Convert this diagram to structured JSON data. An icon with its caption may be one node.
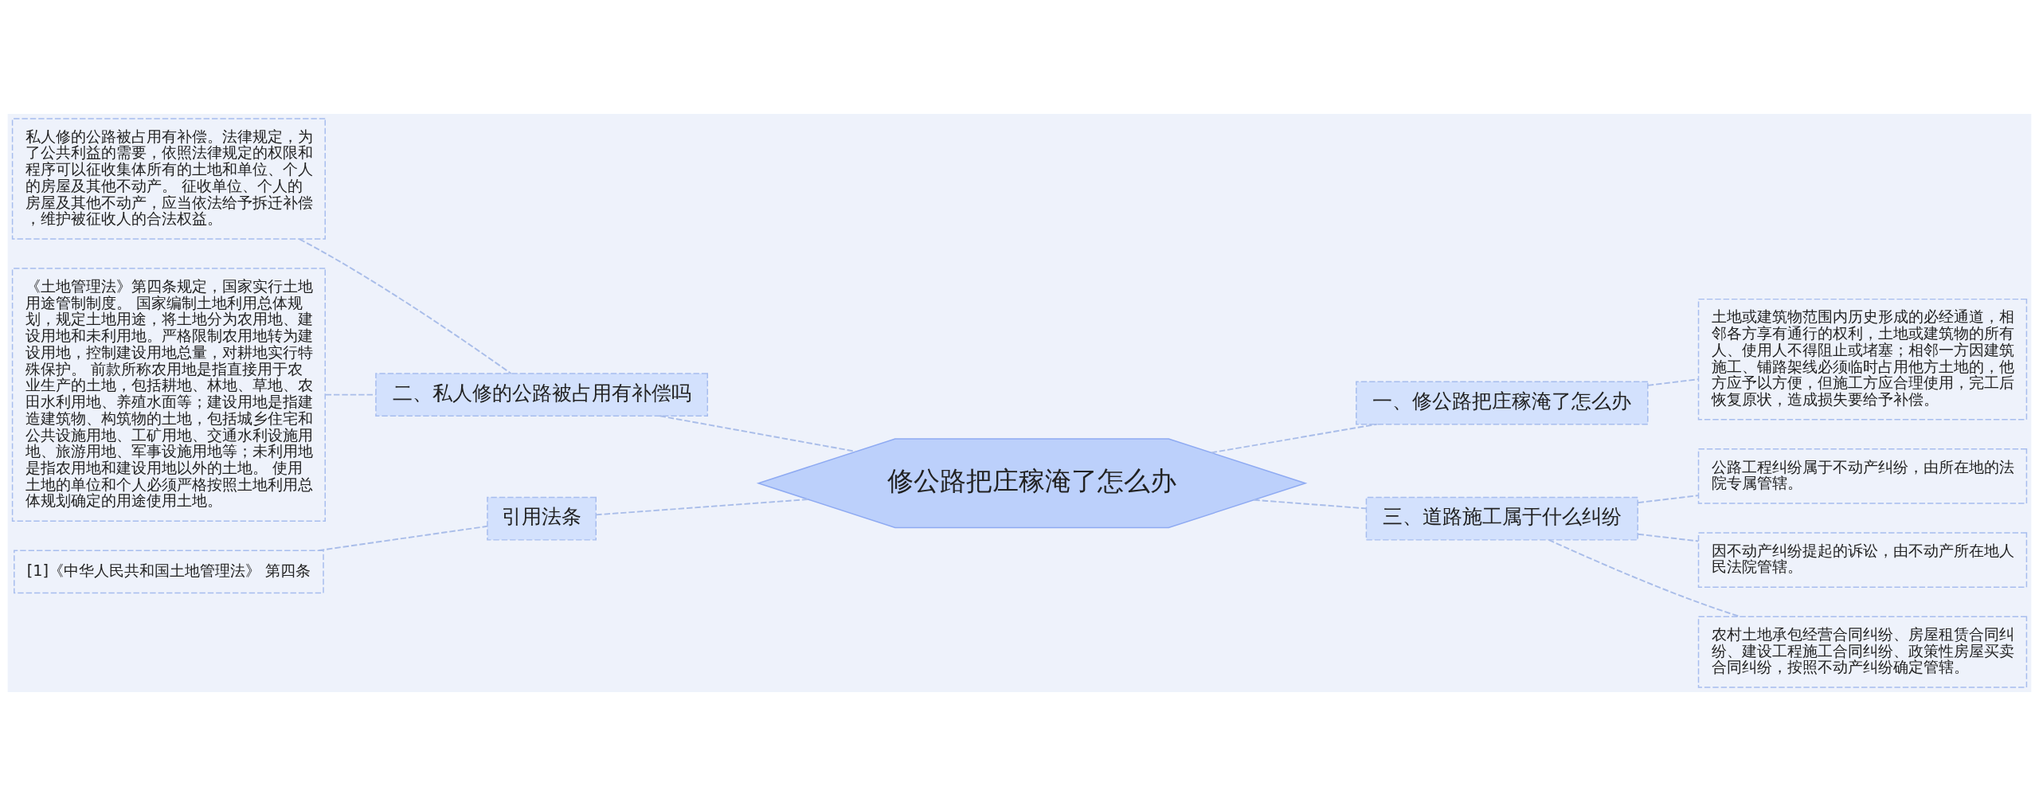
{
  "diagram": {
    "nodes": [
      {
        "text": [
          "修公路把庄稼淹了怎么办"
        ]
      },
      {
        "text": [
          "二、私人修的公路被占用有补偿吗"
        ]
      },
      {
        "text": [
          "私人修的公路被占用有补偿。法律规定，为了公共利益的需要，依照法律规定的权限和程序可以征收集体所有的土地和单位、个人的房屋及其他不动产。 征收单位、个人的房屋及其他不动产，应当依法给予拆迁补偿，维护被征收人的合法权益。"
        ]
      },
      {
        "text": [
          "《土地管理法》第四条规定，国家实行土地用途管制制度。 国家编制土地利用总体规划，规定土地用途，将土地分为农用地、建设用地和未利用地。严格限制农用地转为建设用地，控制建设用地总量，对耕地实行特殊保护。 前款所称农用地是指直接用于农业生产的土地，包括耕地、林地、草地、农田水利用地、养殖水面等；建设用地是指建造建筑物、构筑物的土地，包括城乡住宅和公共设施用地、工矿用地、交通水利设施用地、旅游用地、军事设施用地等；未利用地是指农用地和建设用地以外的土地。 使用土地的单位和个人必须严格按照土地利用总体规划确定的用途使用土地。"
        ]
      },
      {
        "text": [
          "引用法条"
        ]
      },
      {
        "text": [
          "[1]《中华人民共和国土地管理法》 第四条"
        ]
      },
      {
        "text": [
          "一、修公路把庄稼淹了怎么办"
        ]
      },
      {
        "text": [
          "土地或建筑物范围内历史形成的必经通道，相邻各方享有通行的权利，土地或建筑物的所有人、使用人不得阻止或堵塞；相邻一方因建筑施工、铺路架线必须临时占用他方土地的，他方应予以方便，但施工方应合理使用，完工后恢复原状，造成损失要给予补偿。"
        ]
      },
      {
        "text": [
          "三、道路施工属于什么纠纷"
        ]
      },
      {
        "text": [
          "公路工程纠纷属于不动产纠纷，由所在地的法院专属管辖。"
        ]
      },
      {
        "text": [
          "因不动产纠纷提起的诉讼，由不动产所在地人民法院管辖。"
        ]
      },
      {
        "text": [
          "农村土地承包经营合同纠纷、房屋租赁合同纠纷、建设工程施工合同纠纷、政策性房屋买卖合同纠纷，按照不动产纠纷确定管辖。"
        ]
      }
    ],
    "edges": [
      {
        "from": 0,
        "to": 1,
        "arrow": "none"
      },
      {
        "from": 1,
        "to": 2,
        "arrow": "none"
      },
      {
        "from": 1,
        "to": 3,
        "arrow": "none"
      },
      {
        "from": 0,
        "to": 4,
        "arrow": "none"
      },
      {
        "from": 4,
        "to": 5,
        "arrow": "none"
      },
      {
        "from": 0,
        "to": 6,
        "arrow": "none"
      },
      {
        "from": 6,
        "to": 7,
        "arrow": "none"
      },
      {
        "from": 0,
        "to": 8,
        "arrow": "none"
      },
      {
        "from": 8,
        "to": 9,
        "arrow": "none"
      },
      {
        "from": 8,
        "to": 10,
        "arrow": "none"
      },
      {
        "from": 8,
        "to": 11,
        "arrow": "none"
      }
    ]
  }
}
